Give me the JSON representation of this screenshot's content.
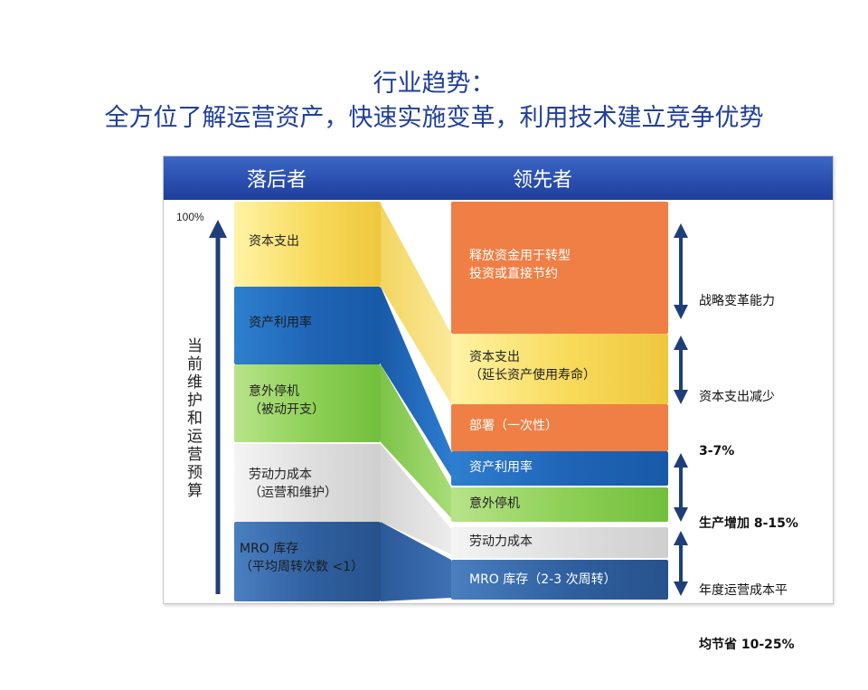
{
  "page": {
    "title_line1": "行业趋势：",
    "title_line2": "全方位了解运营资产，快速实施变革，利用技术建立竞争优势"
  },
  "diagram": {
    "header": {
      "left": "落后者",
      "right": "领先者"
    },
    "axis": {
      "top_label": "100%",
      "vertical_label": "当前维护和运营预算"
    },
    "laggard_blocks": [
      {
        "lines": [
          "资本支出"
        ]
      },
      {
        "lines": [
          "资产利用率"
        ]
      },
      {
        "lines": [
          "意外停机",
          "（被动开支）"
        ]
      },
      {
        "lines": [
          "劳动力成本",
          "（运营和维护）"
        ]
      },
      {
        "lines": [
          "MRO 库存",
          "（平均周转次数 <1）"
        ]
      }
    ],
    "leader_blocks": [
      {
        "lines": [
          "释放资金用于转型",
          "投资或直接节约"
        ]
      },
      {
        "lines": [
          "资本支出",
          "（延长资产使用寿命）"
        ]
      },
      {
        "lines": [
          "部署（一次性）"
        ]
      },
      {
        "lines": [
          "资产利用率"
        ]
      },
      {
        "lines": [
          "意外停机"
        ]
      },
      {
        "lines": [
          "劳动力成本"
        ]
      },
      {
        "lines": [
          "MRO 库存（2-3 次周转）"
        ]
      }
    ],
    "outcomes": [
      {
        "lines": [
          "战略变革能力"
        ]
      },
      {
        "lines": [
          "资本支出减少",
          "3-7%"
        ]
      },
      {
        "lines": [
          "生产增加 8-15%"
        ]
      },
      {
        "lines": [
          "年度运营成本平",
          "均节省 10-25%"
        ]
      }
    ],
    "colors": {
      "header": "#2a4fb0",
      "title": "#1f3f9a",
      "yellow": "#f7da5a",
      "blue": "#1f64b5",
      "green": "#8ccf54",
      "gray": "#dcdcdc",
      "navy": "#2f5f9f",
      "orange": "#ef7f45",
      "arrow": "#1f3f7a"
    }
  }
}
